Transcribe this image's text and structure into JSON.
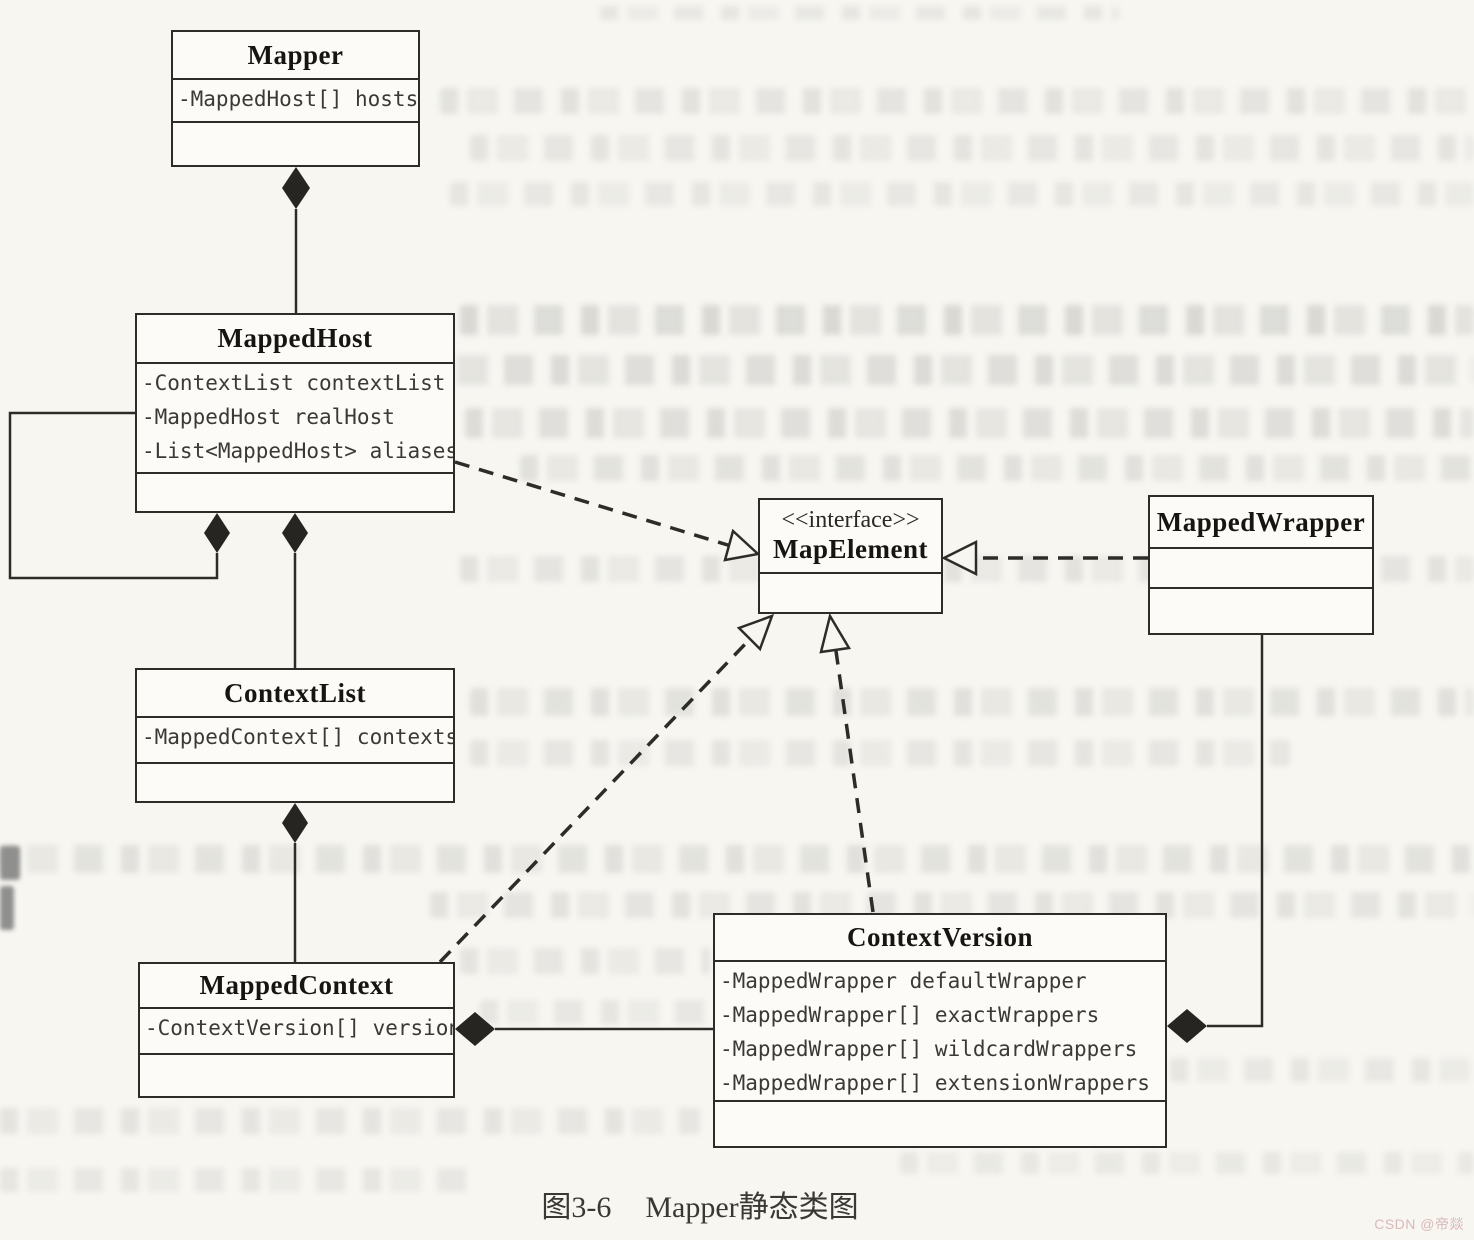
{
  "diagram_type": "uml-class-diagram",
  "caption": {
    "label": "图3-6",
    "title": "Mapper静态类图"
  },
  "watermark": "CSDN @帝燚",
  "classes": [
    {
      "name": "Mapper",
      "stereotype": "",
      "attributes": [
        "-MappedHost[] hosts"
      ]
    },
    {
      "name": "MappedHost",
      "stereotype": "",
      "attributes": [
        "-ContextList contextList",
        "-MappedHost realHost",
        "-List<MappedHost> aliases"
      ]
    },
    {
      "name": "ContextList",
      "stereotype": "",
      "attributes": [
        "-MappedContext[] contexts"
      ]
    },
    {
      "name": "MappedContext",
      "stereotype": "",
      "attributes": [
        "-ContextVersion[] versions"
      ]
    },
    {
      "name": "MapElement",
      "stereotype": "<<interface>>",
      "attributes": []
    },
    {
      "name": "MappedWrapper",
      "stereotype": "",
      "attributes": []
    },
    {
      "name": "ContextVersion",
      "stereotype": "",
      "attributes": [
        "-MappedWrapper defaultWrapper",
        "-MappedWrapper[] exactWrappers",
        "-MappedWrapper[] wildcardWrappers",
        "-MappedWrapper[] extensionWrappers"
      ]
    }
  ],
  "relationships": [
    {
      "from": "Mapper",
      "to": "MappedHost",
      "type": "composition"
    },
    {
      "from": "MappedHost",
      "to": "MappedHost",
      "type": "composition-self"
    },
    {
      "from": "MappedHost",
      "to": "ContextList",
      "type": "composition"
    },
    {
      "from": "ContextList",
      "to": "MappedContext",
      "type": "composition"
    },
    {
      "from": "MappedContext",
      "to": "ContextVersion",
      "type": "composition"
    },
    {
      "from": "ContextVersion",
      "to": "MappedWrapper",
      "type": "composition"
    },
    {
      "from": "MappedHost",
      "to": "MapElement",
      "type": "realization"
    },
    {
      "from": "MappedContext",
      "to": "MapElement",
      "type": "realization"
    },
    {
      "from": "ContextVersion",
      "to": "MapElement",
      "type": "realization"
    },
    {
      "from": "MappedWrapper",
      "to": "MapElement",
      "type": "realization"
    }
  ],
  "colors": {
    "line": "#2e2c29",
    "page_bg": "#f7f6f1",
    "box_bg": "#fcfbf7",
    "watermark": "#d9b9b9"
  }
}
